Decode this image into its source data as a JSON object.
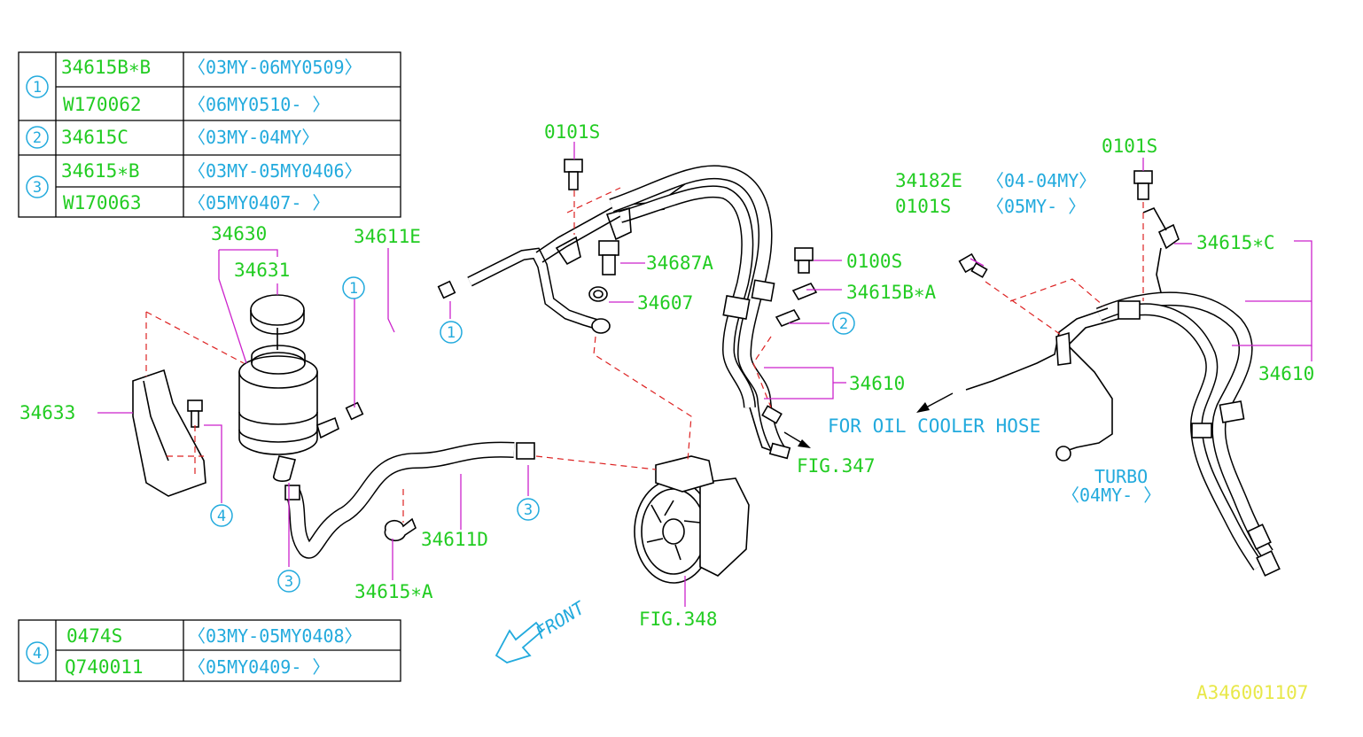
{
  "diagram_id": "A346001107",
  "tables": {
    "t1": {
      "rows": [
        {
          "ref": "1",
          "part": "34615B∗B",
          "range": "〈03MY-06MY0509〉"
        },
        {
          "ref": "",
          "part": "W170062",
          "range": "〈06MY0510-      〉"
        }
      ]
    },
    "t2": {
      "rows": [
        {
          "ref": "2",
          "part": "34615C",
          "range": "〈03MY-04MY〉"
        }
      ]
    },
    "t3": {
      "rows": [
        {
          "ref": "3",
          "part": "34615∗B",
          "range": "〈03MY-05MY0406〉"
        },
        {
          "ref": "",
          "part": "W170063",
          "range": "〈05MY0407-      〉"
        }
      ]
    },
    "t4": {
      "rows": [
        {
          "ref": "4",
          "part": "0474S",
          "range": "〈03MY-05MY0408〉"
        },
        {
          "ref": "",
          "part": "Q740011",
          "range": "〈05MY0409-      〉"
        }
      ]
    }
  },
  "labels": {
    "p34630": "34630",
    "p34631": "34631",
    "p34611E": "34611E",
    "p0101S_a": "0101S",
    "p34687A": "34687A",
    "p34607": "34607",
    "p0100S": "0100S",
    "p34615BA": "34615B∗A",
    "p34610_a": "34610",
    "p34633": "34633",
    "p34611D": "34611D",
    "p34615A": "34615∗A",
    "fig348": "FIG.348",
    "fig347": "FIG.347",
    "oil_cooler": "FOR OIL COOLER HOSE",
    "p34182E": "34182E",
    "p34182E_range": "〈04-04MY〉",
    "p0101S_b": "0101S",
    "p0101S_b_range": "〈05MY-   〉",
    "p0101S_c": "0101S",
    "p34615C": "34615∗C",
    "p34610_b": "34610",
    "turbo": "TURBO",
    "turbo_range": "〈04MY-     〉",
    "front": "FRONT"
  },
  "callouts": {
    "c1a": "1",
    "c1b": "1",
    "c2": "2",
    "c3a": "3",
    "c3b": "3",
    "c4": "4"
  },
  "colors": {
    "part_number": "#22cc22",
    "callout": "#22aadd",
    "leader": "#cc22cc",
    "dashed": "#dd2222",
    "diagram_id": "#e8e84a"
  }
}
